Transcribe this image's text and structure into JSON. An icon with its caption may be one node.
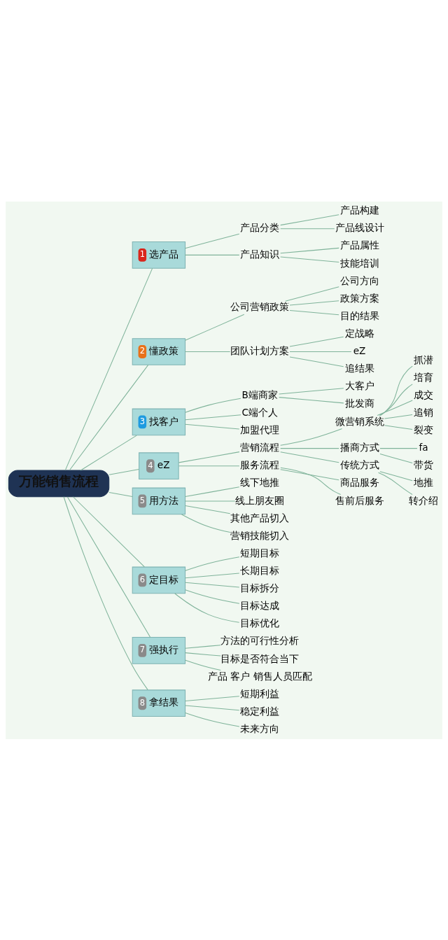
{
  "diagram": {
    "nodes": [
      {
        "text": [
          "万能销售流程"
        ]
      },
      {
        "text": [
          "1",
          "选产品"
        ]
      },
      {
        "text": [
          "产品分类"
        ]
      },
      {
        "text": [
          "产品构建"
        ]
      },
      {
        "text": [
          "产品线设计"
        ]
      },
      {
        "text": [
          "产品知识"
        ]
      },
      {
        "text": [
          "产品属性"
        ]
      },
      {
        "text": [
          "技能培训"
        ]
      },
      {
        "text": [
          "2",
          "懂政策"
        ]
      },
      {
        "text": [
          "公司营销政策"
        ]
      },
      {
        "text": [
          "公司方向"
        ]
      },
      {
        "text": [
          "政策方案"
        ]
      },
      {
        "text": [
          "目的结果"
        ]
      },
      {
        "text": [
          "团队计划方案"
        ]
      },
      {
        "text": [
          "定战略"
        ]
      },
      {
        "text": [
          "eZ"
        ]
      },
      {
        "text": [
          "追结果"
        ]
      },
      {
        "text": [
          "3",
          "找客户"
        ]
      },
      {
        "text": [
          "B端商家"
        ]
      },
      {
        "text": [
          "大客户"
        ]
      },
      {
        "text": [
          "批发商"
        ]
      },
      {
        "text": [
          "C端个人"
        ]
      },
      {
        "text": [
          "加盟代理"
        ]
      },
      {
        "text": [
          "4",
          "eZ"
        ]
      },
      {
        "text": [
          "营销流程"
        ]
      },
      {
        "text": [
          "微营销系统"
        ]
      },
      {
        "text": [
          "抓潜"
        ]
      },
      {
        "text": [
          "培育"
        ]
      },
      {
        "text": [
          "成交"
        ]
      },
      {
        "text": [
          "追销"
        ]
      },
      {
        "text": [
          "裂变"
        ]
      },
      {
        "text": [
          "播商方式"
        ]
      },
      {
        "text": [
          "fa"
        ]
      },
      {
        "text": [
          "带货"
        ]
      },
      {
        "text": [
          "传统方式"
        ]
      },
      {
        "text": [
          "地推"
        ]
      },
      {
        "text": [
          "转介绍"
        ]
      },
      {
        "text": [
          "服务流程"
        ]
      },
      {
        "text": [
          "商品服务"
        ]
      },
      {
        "text": [
          "售前后服务"
        ]
      },
      {
        "text": [
          "5",
          "用方法"
        ]
      },
      {
        "text": [
          "线下地推"
        ]
      },
      {
        "text": [
          "线上朋友圈"
        ]
      },
      {
        "text": [
          "其他产品切入"
        ]
      },
      {
        "text": [
          "营销技能切入"
        ]
      },
      {
        "text": [
          "6",
          "定目标"
        ]
      },
      {
        "text": [
          "短期目标"
        ]
      },
      {
        "text": [
          "长期目标"
        ]
      },
      {
        "text": [
          "目标拆分"
        ]
      },
      {
        "text": [
          "目标达成"
        ]
      },
      {
        "text": [
          "目标优化"
        ]
      },
      {
        "text": [
          "7",
          "强执行"
        ]
      },
      {
        "text": [
          "方法的可行性分析"
        ]
      },
      {
        "text": [
          "目标是否符合当下"
        ]
      },
      {
        "text": [
          "产品 客户 销售人员匹配"
        ]
      },
      {
        "text": [
          "8",
          "拿结果"
        ]
      },
      {
        "text": [
          "短期利益"
        ]
      },
      {
        "text": [
          "稳定利益"
        ]
      },
      {
        "text": [
          "未来方向"
        ]
      }
    ],
    "edges": [
      {
        "from": 0,
        "to": 1,
        "arrow": "none"
      },
      {
        "from": 1,
        "to": 2,
        "arrow": "none"
      },
      {
        "from": 2,
        "to": 3,
        "arrow": "none"
      },
      {
        "from": 2,
        "to": 4,
        "arrow": "none"
      },
      {
        "from": 1,
        "to": 5,
        "arrow": "none"
      },
      {
        "from": 5,
        "to": 6,
        "arrow": "none"
      },
      {
        "from": 5,
        "to": 7,
        "arrow": "none"
      },
      {
        "from": 0,
        "to": 8,
        "arrow": "none"
      },
      {
        "from": 8,
        "to": 9,
        "arrow": "none"
      },
      {
        "from": 9,
        "to": 10,
        "arrow": "none"
      },
      {
        "from": 9,
        "to": 11,
        "arrow": "none"
      },
      {
        "from": 9,
        "to": 12,
        "arrow": "none"
      },
      {
        "from": 8,
        "to": 13,
        "arrow": "none"
      },
      {
        "from": 13,
        "to": 14,
        "arrow": "none"
      },
      {
        "from": 13,
        "to": 15,
        "arrow": "none"
      },
      {
        "from": 13,
        "to": 16,
        "arrow": "none"
      },
      {
        "from": 0,
        "to": 17,
        "arrow": "none"
      },
      {
        "from": 17,
        "to": 18,
        "arrow": "none"
      },
      {
        "from": 18,
        "to": 19,
        "arrow": "none"
      },
      {
        "from": 18,
        "to": 20,
        "arrow": "none"
      },
      {
        "from": 17,
        "to": 21,
        "arrow": "none"
      },
      {
        "from": 17,
        "to": 22,
        "arrow": "none"
      },
      {
        "from": 0,
        "to": 23,
        "arrow": "none"
      },
      {
        "from": 23,
        "to": 24,
        "arrow": "none"
      },
      {
        "from": 24,
        "to": 25,
        "arrow": "none"
      },
      {
        "from": 25,
        "to": 26,
        "arrow": "none"
      },
      {
        "from": 25,
        "to": 27,
        "arrow": "none"
      },
      {
        "from": 25,
        "to": 28,
        "arrow": "none"
      },
      {
        "from": 25,
        "to": 29,
        "arrow": "none"
      },
      {
        "from": 25,
        "to": 30,
        "arrow": "none"
      },
      {
        "from": 24,
        "to": 31,
        "arrow": "none"
      },
      {
        "from": 31,
        "to": 32,
        "arrow": "none"
      },
      {
        "from": 31,
        "to": 33,
        "arrow": "none"
      },
      {
        "from": 24,
        "to": 34,
        "arrow": "none"
      },
      {
        "from": 34,
        "to": 35,
        "arrow": "none"
      },
      {
        "from": 34,
        "to": 36,
        "arrow": "none"
      },
      {
        "from": 23,
        "to": 37,
        "arrow": "none"
      },
      {
        "from": 37,
        "to": 38,
        "arrow": "none"
      },
      {
        "from": 37,
        "to": 39,
        "arrow": "none"
      },
      {
        "from": 0,
        "to": 40,
        "arrow": "none"
      },
      {
        "from": 40,
        "to": 41,
        "arrow": "none"
      },
      {
        "from": 40,
        "to": 42,
        "arrow": "none"
      },
      {
        "from": 40,
        "to": 43,
        "arrow": "none"
      },
      {
        "from": 40,
        "to": 44,
        "arrow": "none"
      },
      {
        "from": 0,
        "to": 45,
        "arrow": "none"
      },
      {
        "from": 45,
        "to": 46,
        "arrow": "none"
      },
      {
        "from": 45,
        "to": 47,
        "arrow": "none"
      },
      {
        "from": 45,
        "to": 48,
        "arrow": "none"
      },
      {
        "from": 45,
        "to": 49,
        "arrow": "none"
      },
      {
        "from": 45,
        "to": 50,
        "arrow": "none"
      },
      {
        "from": 0,
        "to": 51,
        "arrow": "none"
      },
      {
        "from": 51,
        "to": 52,
        "arrow": "none"
      },
      {
        "from": 51,
        "to": 53,
        "arrow": "none"
      },
      {
        "from": 51,
        "to": 54,
        "arrow": "none"
      },
      {
        "from": 0,
        "to": 55,
        "arrow": "none"
      },
      {
        "from": 55,
        "to": 56,
        "arrow": "none"
      },
      {
        "from": 55,
        "to": 57,
        "arrow": "none"
      },
      {
        "from": 55,
        "to": 58,
        "arrow": "none"
      }
    ]
  }
}
